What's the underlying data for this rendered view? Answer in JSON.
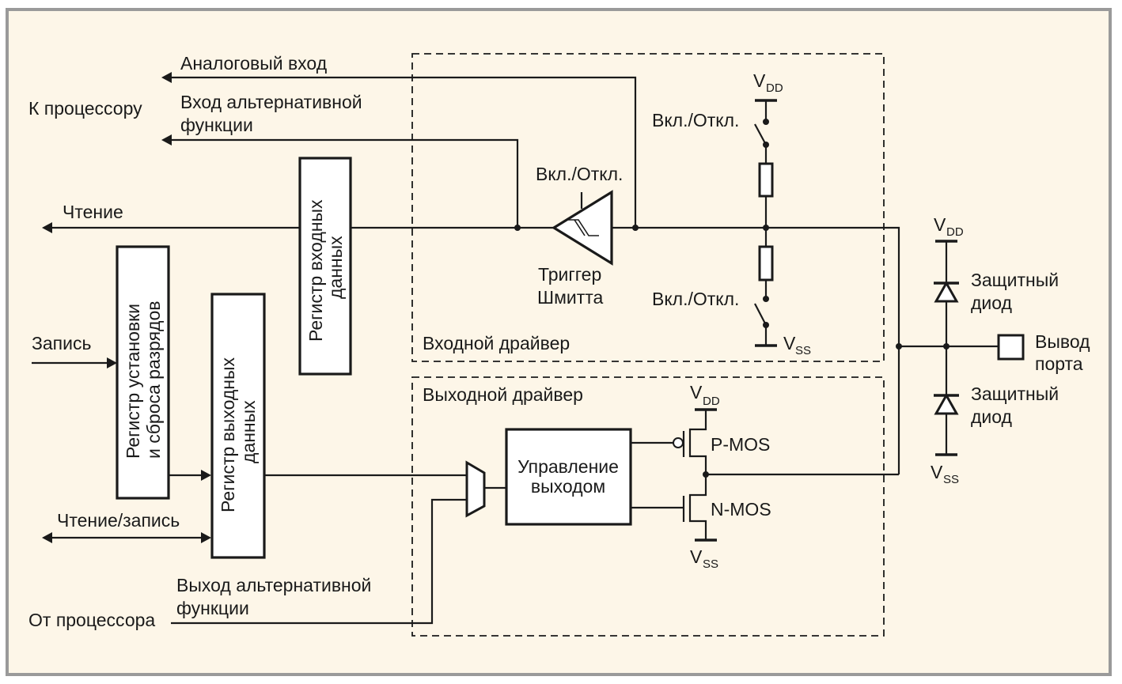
{
  "diagram": {
    "title_left_group": "К процессору",
    "signals": {
      "analog_in": "Аналоговый вход",
      "alt_in_line1": "Вход альтернативной",
      "alt_in_line2": "функции",
      "read": "Чтение",
      "write": "Запись",
      "read_write": "Чтение/запись",
      "alt_out_line1": "Выход альтернативной",
      "alt_out_line2": "функции",
      "from_cpu": "От процессора"
    },
    "registers": {
      "input_data_line1": "Регистр входных",
      "input_data_line2": "данных",
      "bit_set_reset_line1": "Регистр установки",
      "bit_set_reset_line2": "и сброса разрядов",
      "output_data_line1": "Регистр выходных",
      "output_data_line2": "данных"
    },
    "input_driver": {
      "label": "Входной драйвер",
      "schmitt_enable": "Вкл./Откл.",
      "schmitt_line1": "Триггер",
      "schmitt_line2": "Шмитта",
      "pullup_switch": "Вкл./Откл.",
      "pulldown_switch": "Вкл./Откл.",
      "vdd": "V",
      "vdd_sub": "DD",
      "vss": "V",
      "vss_sub": "SS"
    },
    "output_driver": {
      "label": "Выходной драйвер",
      "control_line1": "Управление",
      "control_line2": "выходом",
      "pmos": "P-MOS",
      "nmos": "N-MOS",
      "vdd": "V",
      "vdd_sub": "DD",
      "vss": "V",
      "vss_sub": "SS"
    },
    "protection": {
      "diode_top_line1": "Защитный",
      "diode_top_line2": "диод",
      "diode_bottom_line1": "Защитный",
      "diode_bottom_line2": "диод",
      "vdd": "V",
      "vdd_sub": "DD",
      "vss": "V",
      "vss_sub": "SS",
      "pin_line1": "Вывод",
      "pin_line2": "порта"
    }
  }
}
